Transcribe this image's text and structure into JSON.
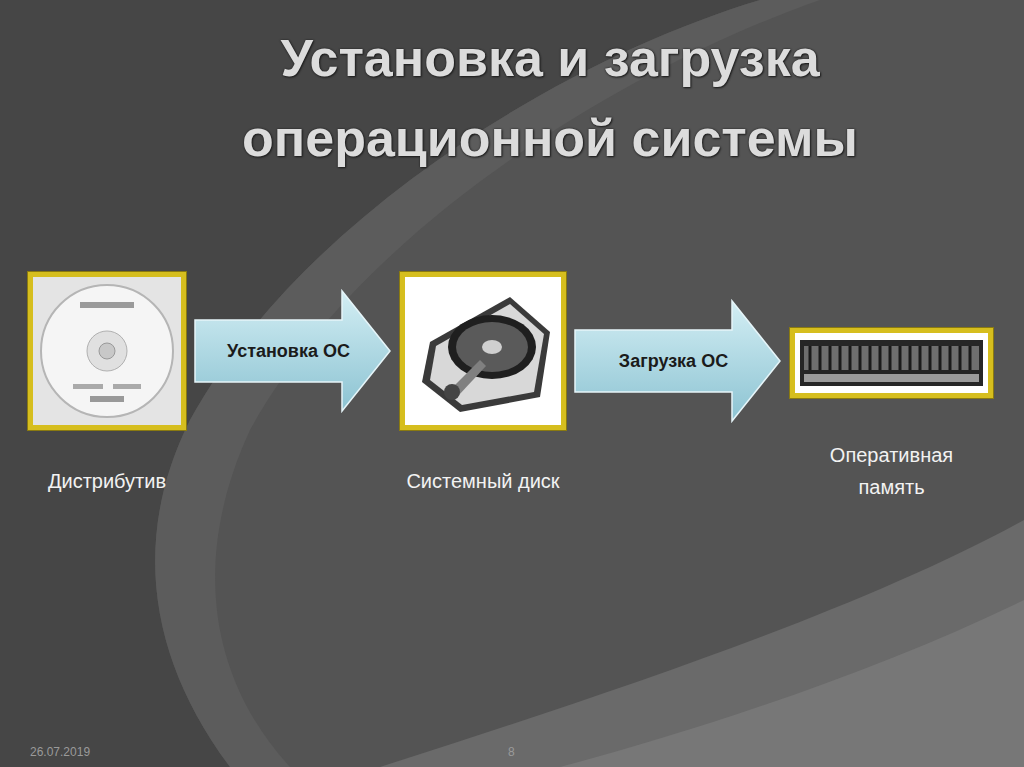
{
  "diagram": {
    "title": "Установка и загрузка операционной системы",
    "nodes": [
      {
        "text": [
          "Дистрибутив"
        ]
      },
      {
        "text": [
          "Системный диск"
        ]
      },
      {
        "text": [
          "Оперативная память"
        ]
      }
    ],
    "edges": [
      {
        "from": 0,
        "to": 1,
        "label": "Установка ОС",
        "arrow": "to"
      },
      {
        "from": 1,
        "to": 2,
        "label": "Загрузка ОС",
        "arrow": "to"
      }
    ],
    "labels": [
      "26.07.2019",
      "8"
    ]
  }
}
